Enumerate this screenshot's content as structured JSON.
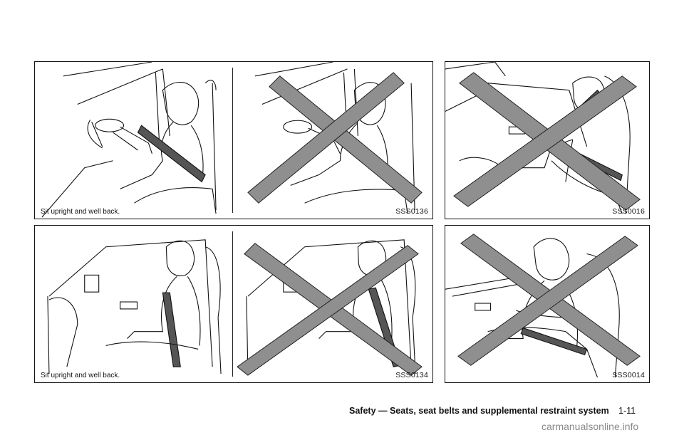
{
  "panels": {
    "top_left": {
      "caption": "Sit upright and well back.",
      "code": "SSS0136"
    },
    "top_right": {
      "code": "SSS0016"
    },
    "bottom_left": {
      "caption": "Sit upright and well back.",
      "code": "SSS0134"
    },
    "bottom_right": {
      "code": "SSS0014"
    }
  },
  "footer": {
    "title": "Safety — Seats, seat belts and supplemental restraint system",
    "page": "1-11"
  },
  "watermark": "carmanualsonline.info",
  "colors": {
    "line": "#111111",
    "x_fill": "#8f8f8f",
    "x_stroke": "#222222"
  }
}
